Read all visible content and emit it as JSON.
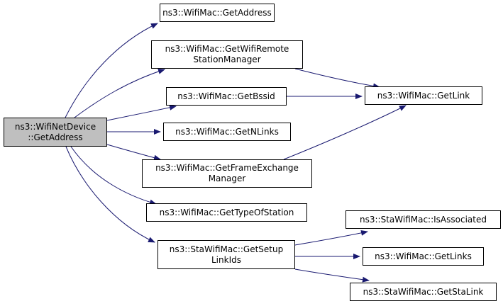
{
  "graph": {
    "type": "call-graph",
    "edge_color": "#191970",
    "root_fill": "#bfbfbf",
    "nodes": [
      {
        "id": "root",
        "lines": [
          "ns3::WifiNetDevice",
          "::GetAddress"
        ],
        "root": true
      },
      {
        "id": "mac-getaddress",
        "lines": [
          "ns3::WifiMac::GetAddress"
        ]
      },
      {
        "id": "mac-getwifiremote",
        "lines": [
          "ns3::WifiMac::GetWifiRemote",
          "StationManager"
        ]
      },
      {
        "id": "mac-getbssid",
        "lines": [
          "ns3::WifiMac::GetBssid"
        ]
      },
      {
        "id": "mac-getnlinks",
        "lines": [
          "ns3::WifiMac::GetNLinks"
        ]
      },
      {
        "id": "mac-getframeexchange",
        "lines": [
          "ns3::WifiMac::GetFrameExchange",
          "Manager"
        ]
      },
      {
        "id": "mac-gettypeofstation",
        "lines": [
          "ns3::WifiMac::GetTypeOfStation"
        ]
      },
      {
        "id": "sta-getsetuplinkids",
        "lines": [
          "ns3::StaWifiMac::GetSetup",
          "LinkIds"
        ]
      },
      {
        "id": "mac-getlink",
        "lines": [
          "ns3::WifiMac::GetLink"
        ]
      },
      {
        "id": "sta-isassociated",
        "lines": [
          "ns3::StaWifiMac::IsAssociated"
        ]
      },
      {
        "id": "mac-getlinks",
        "lines": [
          "ns3::WifiMac::GetLinks"
        ]
      },
      {
        "id": "sta-getstalink",
        "lines": [
          "ns3::StaWifiMac::GetStaLink"
        ]
      }
    ],
    "edges": [
      [
        "root",
        "mac-getaddress"
      ],
      [
        "root",
        "mac-getwifiremote"
      ],
      [
        "root",
        "mac-getbssid"
      ],
      [
        "root",
        "mac-getnlinks"
      ],
      [
        "root",
        "mac-getframeexchange"
      ],
      [
        "root",
        "mac-gettypeofstation"
      ],
      [
        "root",
        "sta-getsetuplinkids"
      ],
      [
        "mac-getwifiremote",
        "mac-getlink"
      ],
      [
        "mac-getbssid",
        "mac-getlink"
      ],
      [
        "mac-getframeexchange",
        "mac-getlink"
      ],
      [
        "sta-getsetuplinkids",
        "sta-isassociated"
      ],
      [
        "sta-getsetuplinkids",
        "mac-getlinks"
      ],
      [
        "sta-getsetuplinkids",
        "sta-getstalink"
      ]
    ]
  }
}
